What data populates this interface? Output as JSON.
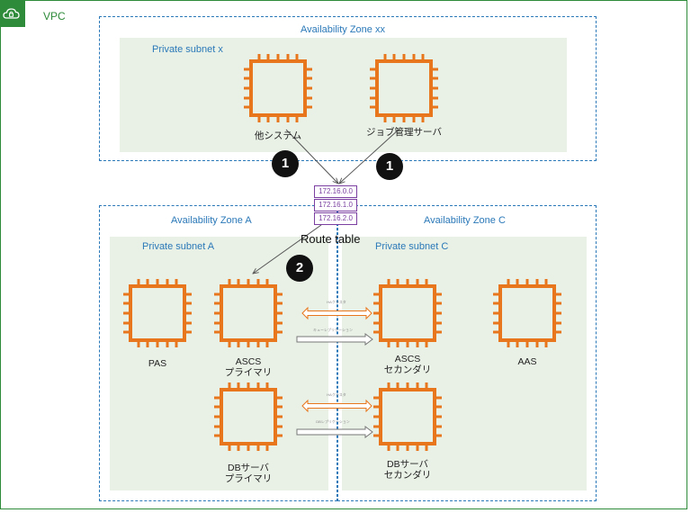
{
  "vpc": {
    "label": "VPC",
    "icon": "cloud-lock-icon",
    "color": "#2e8b3a"
  },
  "az_xx": {
    "label": "Availability Zone xx",
    "subnet_label": "Private subnet x"
  },
  "az_a": {
    "label": "Availability Zone A",
    "subnet_label": "Private subnet A"
  },
  "az_c": {
    "label": "Availability Zone C",
    "subnet_label": "Private subnet C"
  },
  "nodes": {
    "other_system": {
      "label": "他システム",
      "icon": "ec2-instance-icon"
    },
    "job_server": {
      "label": "ジョブ管理サーバ",
      "icon": "ec2-instance-icon"
    },
    "pas": {
      "label": "PAS",
      "icon": "ec2-instance-icon"
    },
    "ascs_primary": {
      "line1": "ASCS",
      "line2": "プライマリ",
      "icon": "ec2-instance-icon"
    },
    "ascs_secondary": {
      "line1": "ASCS",
      "line2": "セカンダリ",
      "icon": "ec2-instance-icon"
    },
    "aas": {
      "label": "AAS",
      "icon": "ec2-instance-icon"
    },
    "db_primary": {
      "line1": "DBサーバ",
      "line2": "プライマリ",
      "icon": "ec2-instance-icon"
    },
    "db_secondary": {
      "line1": "DBサーバ",
      "line2": "セカンダリ",
      "icon": "ec2-instance-icon"
    }
  },
  "route_table": {
    "label": "Route table",
    "entries": [
      "172.16.0.0",
      "172.16.1.0",
      "172.16.2.0"
    ],
    "color": "#7a3fa0"
  },
  "steps": {
    "one": "1",
    "two": "2"
  },
  "replication": {
    "ascs_top": "HAクラスタ",
    "ascs_bottom": "キューレプリケーション",
    "db_top": "HAクラスタ",
    "db_bottom": "DBレプリケーション"
  },
  "colors": {
    "ec2": "#e8761d",
    "az_border": "#2a78b8",
    "subnet_bg": "#e9f1e6"
  }
}
